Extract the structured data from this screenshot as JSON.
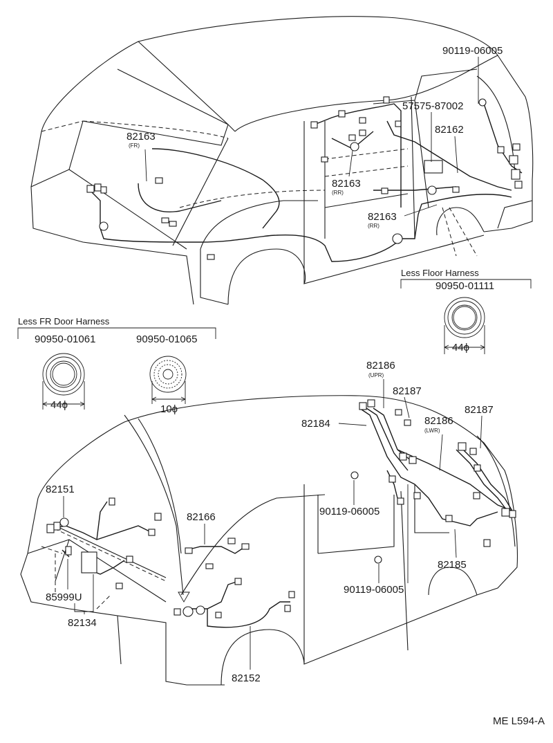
{
  "top_labels": {
    "bolt_top": "90119-06005",
    "grommet_mid": "57575-87002",
    "harness_front": "82163",
    "harness_front_sub": "(FR)",
    "harness_rear_a": "82163",
    "harness_rear_a_sub": "(RR)",
    "harness_rear_b": "82163",
    "harness_rear_b_sub": "(RR)",
    "harness_back": "82162"
  },
  "less_floor": {
    "header": "Less Floor Harness",
    "part": "90950-01111",
    "dim": "44ϕ"
  },
  "less_fr_door": {
    "header": "Less FR Door Harness",
    "part_a": "90950-01061",
    "part_b": "90950-01065",
    "dim_a": "44ϕ",
    "dim_b": "10ϕ"
  },
  "bottom_labels": {
    "upr": "82186",
    "upr_sub": "(UPR)",
    "p82187_a": "82187",
    "p82184": "82184",
    "lwr": "82186",
    "lwr_sub": "(LWR)",
    "p82187_b": "82187",
    "p82151": "82151",
    "p82166": "82166",
    "bolt_mid": "90119-06005",
    "p82185": "82185",
    "p85999": "85999U",
    "p82134": "82134",
    "bolt_bottom": "90119-06005",
    "p82152": "82152"
  },
  "figure_code": "ME L594-A"
}
